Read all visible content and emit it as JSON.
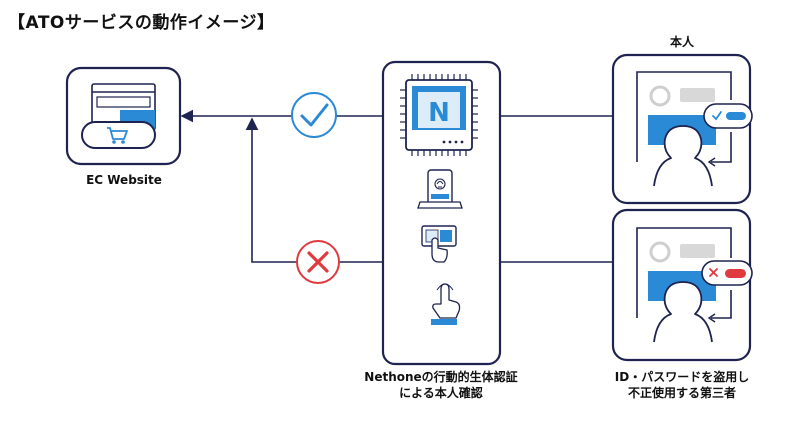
{
  "title": "【ATOサービスの動作イメージ】",
  "labels": {
    "ec_website": "EC Website",
    "genuine_user": "本人",
    "nethone_line1": "Nethoneの行動的生体認証",
    "nethone_line2": "による本人確認",
    "fraud_line1": "ID・パスワードを盗用し",
    "fraud_line2": "不正使用する第三者"
  },
  "logo_letter": "N",
  "colors": {
    "navy": "#1e2350",
    "blue": "#2b8ad6",
    "light_blue": "#dcecf8",
    "red": "#e0393e",
    "gray": "#d8d8d8"
  }
}
